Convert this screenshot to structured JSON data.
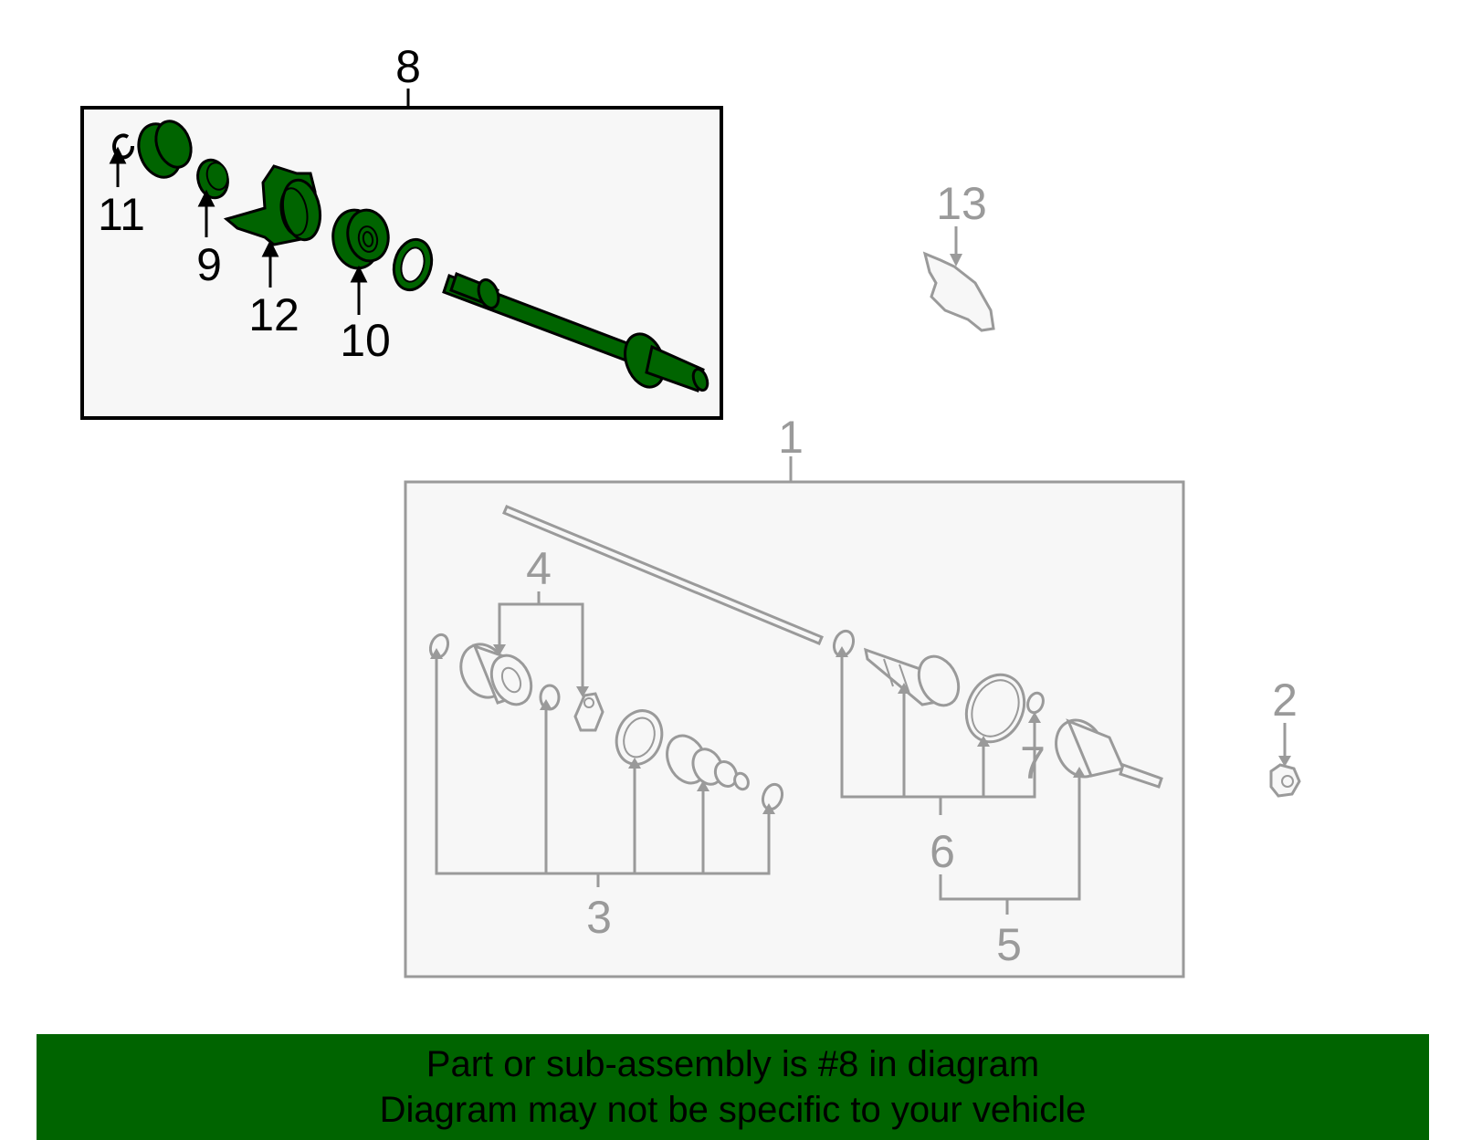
{
  "colors": {
    "highlight_fill": "#006400",
    "highlight_stroke": "#000000",
    "other_stroke": "#9a9a9a",
    "other_fill": "#f7f7f7",
    "banner_bg": "#006400"
  },
  "callouts": {
    "c1": "1",
    "c2": "2",
    "c3": "3",
    "c4": "4",
    "c5": "5",
    "c6": "6",
    "c7": "7",
    "c8": "8",
    "c9": "9",
    "c10": "10",
    "c11": "11",
    "c12": "12",
    "c13": "13"
  },
  "banner": {
    "line1": "Part or sub-assembly is #8 in diagram",
    "line2": "Diagram may not be specific to your vehicle"
  }
}
